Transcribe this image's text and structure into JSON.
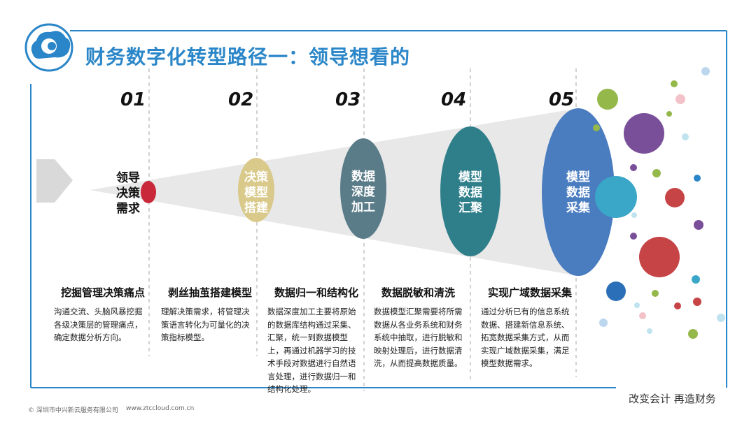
{
  "title": "财务数字化转型路径一：领导想看的",
  "steps": [
    {
      "num": "01",
      "label": "领导\n决策\n需求",
      "heading": "挖掘管理决策痛点",
      "desc": "沟通交流、头脑风暴挖掘各级决策层的管理痛点，确定数据分析方向。",
      "color": "#c8283a"
    },
    {
      "num": "02",
      "label": "决策\n模型\n搭建",
      "heading": "剥丝抽茧搭建模型",
      "desc": "理解决策需求，将管理决策语言转化为可量化的决策指标模型。",
      "color": "#d9c98a"
    },
    {
      "num": "03",
      "label": "数据\n深度\n加工",
      "heading": "数据归一和结构化",
      "desc": "数据深度加工主要将原始的数据库结构通过采集、汇聚，统一到数据模型上，再通过机器学习的技术手段对数据进行自然语言处理，进行数据归一和结构化处理。",
      "color": "#5a7b88"
    },
    {
      "num": "04",
      "label": "模型\n数据\n汇聚",
      "heading": "数据脱敏和清洗",
      "desc": "数据模型汇聚需要将所需数据从各业务系统和财务系统中抽取，进行脱敏和映射处理后，进行数据清洗，从而提高数据质量。",
      "color": "#2f7f8b"
    },
    {
      "num": "05",
      "label": "模型\n数据\n采集",
      "heading": "实现广域数据采集",
      "desc": "通过分析已有的信息系统数据、搭建新信息系统、拓宽数据采集方式，从而实现广域数据采集，满足模型数据需求。",
      "color": "#4a7cc0"
    }
  ],
  "slogan": "改变会计  再造财务",
  "footer": "© 深圳市中兴新云服务有限公司",
  "footer_url": "www.ztccloud.com.cn"
}
